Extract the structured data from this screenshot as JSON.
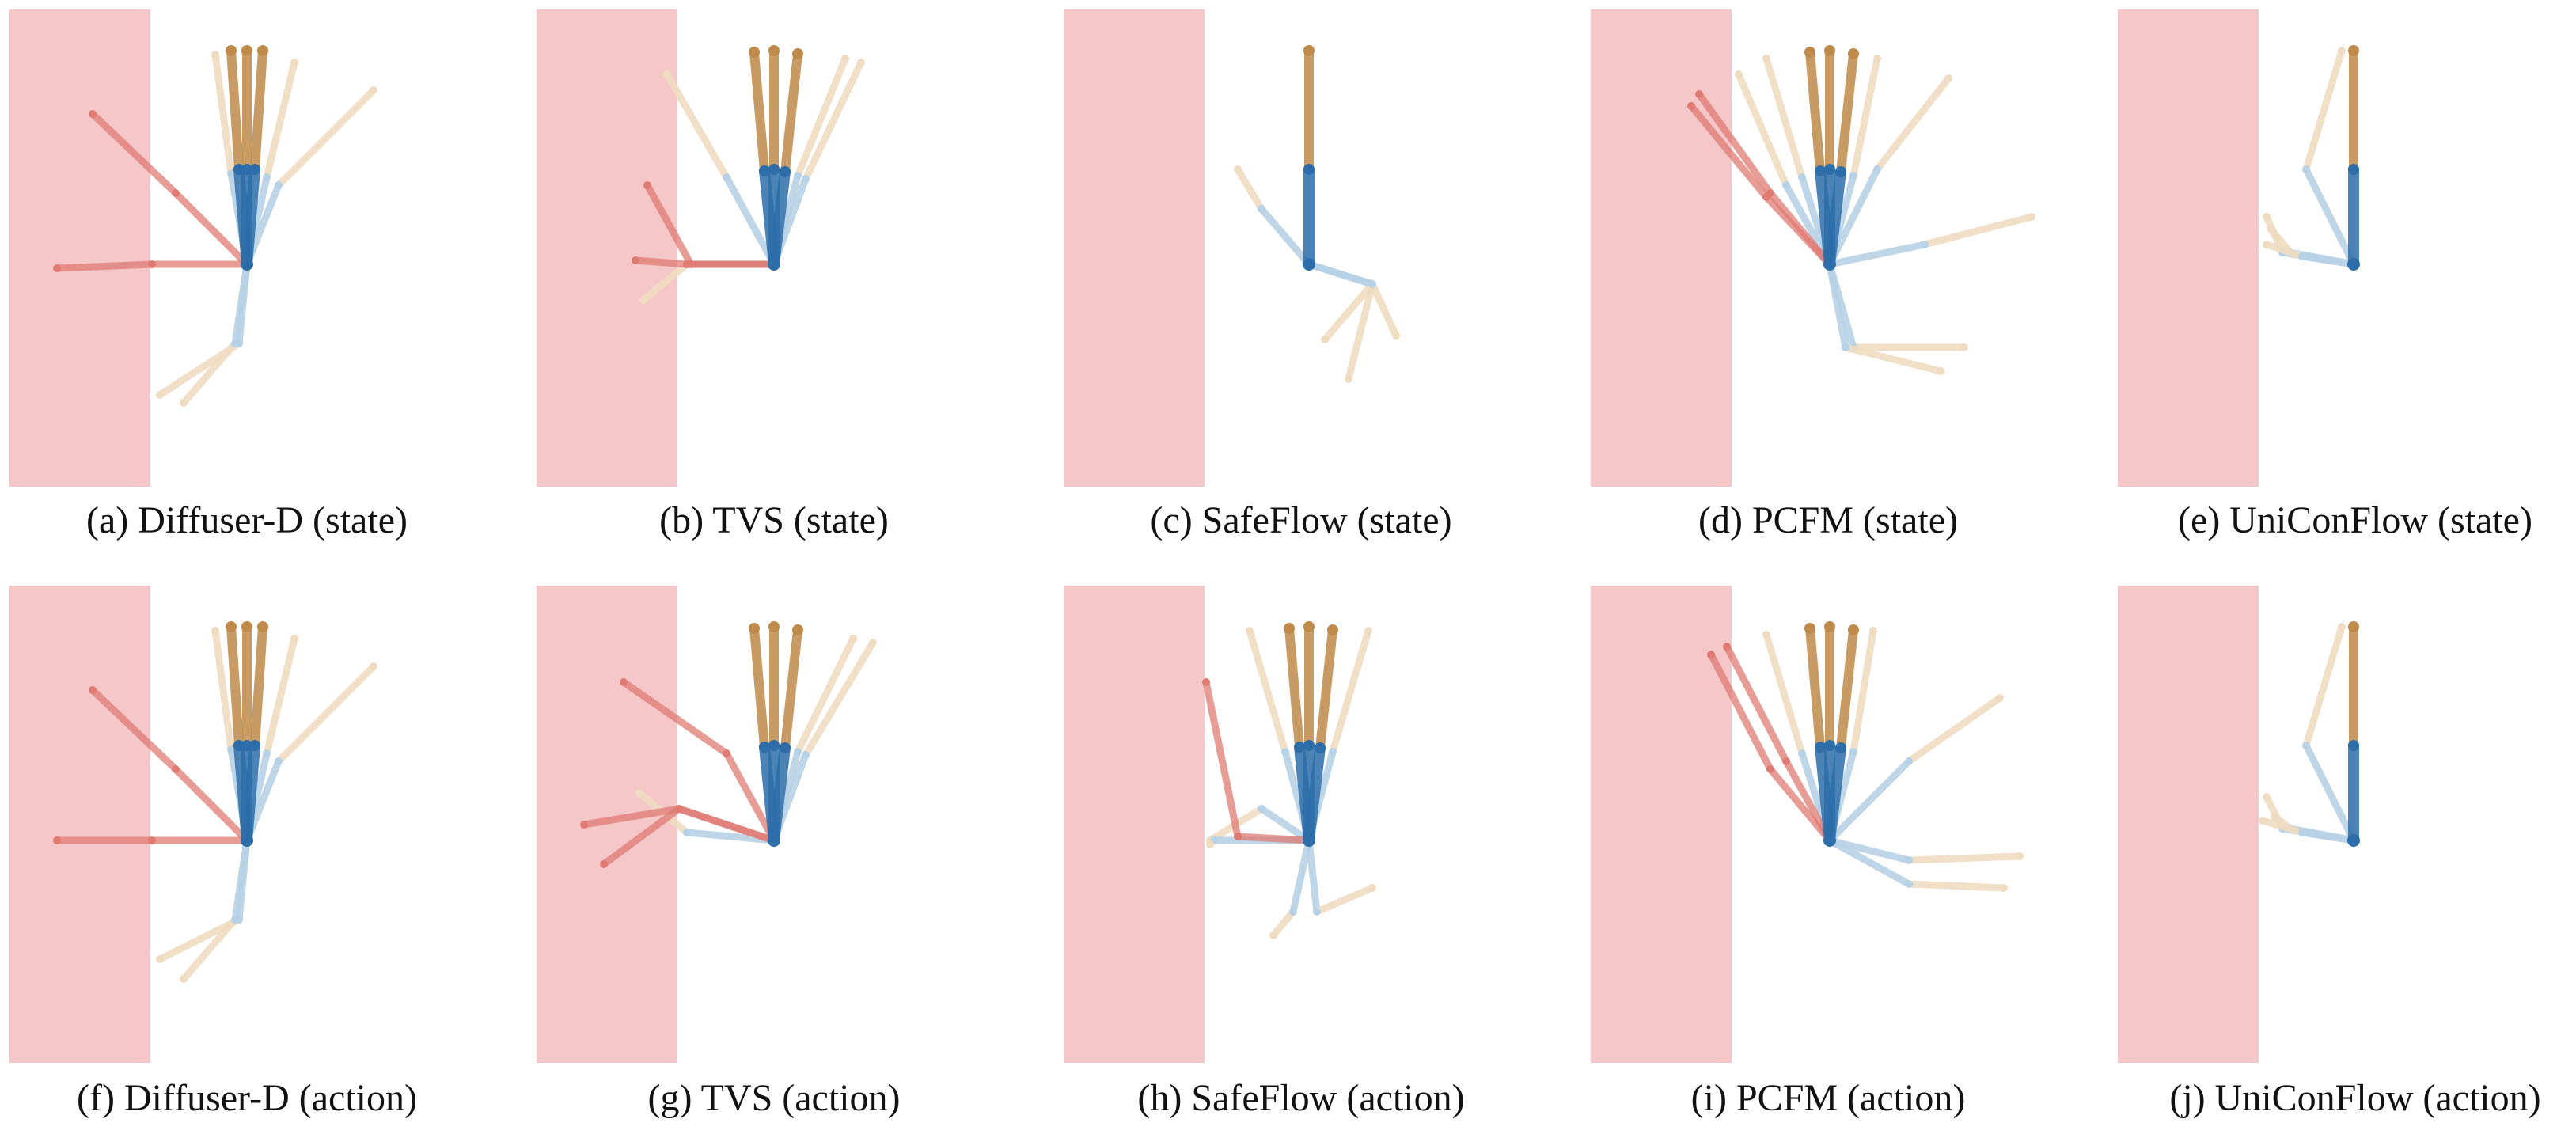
{
  "figure": {
    "panels": [
      {
        "id": "a",
        "caption": "(a) Diffuser-D (state)"
      },
      {
        "id": "b",
        "caption": "(b) TVS (state)"
      },
      {
        "id": "c",
        "caption": "(c) SafeFlow (state)"
      },
      {
        "id": "d",
        "caption": "(d) PCFM (state)"
      },
      {
        "id": "e",
        "caption": "(e) UniConFlow (state)"
      },
      {
        "id": "f",
        "caption": "(f) Diffuser-D (action)"
      },
      {
        "id": "g",
        "caption": "(g) TVS (action)"
      },
      {
        "id": "h",
        "caption": "(h) SafeFlow (action)"
      },
      {
        "id": "i",
        "caption": "(i) PCFM (action)"
      },
      {
        "id": "j",
        "caption": "(j) UniConFlow (action)"
      }
    ],
    "colors": {
      "obstacle": "#f6c7c8",
      "link1": "#2d6eaa",
      "link1_light": "#b7d2e6",
      "link2": "#c08a4a",
      "link2_light": "#f0dcc1",
      "violation": "#e07b74"
    }
  }
}
